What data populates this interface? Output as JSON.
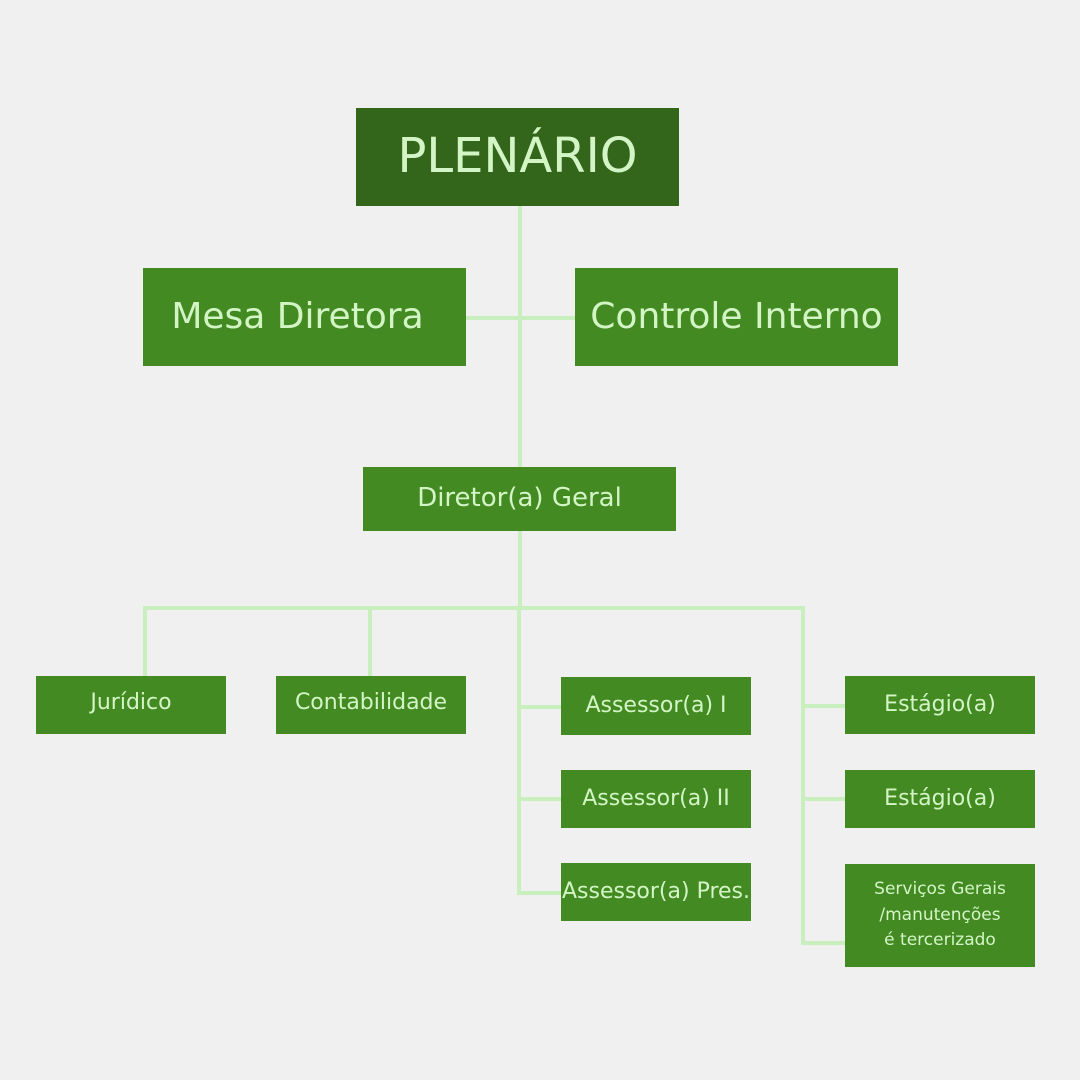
{
  "colors": {
    "background": "#f0f0f0",
    "node_top": "#33661b",
    "node": "#448a22",
    "node_text": "#d3f5c6",
    "connector": "#c9efbf"
  },
  "nodes": {
    "plenario": "PLENÁRIO",
    "mesa_diretora": "Mesa Diretora",
    "controle_interno": "Controle Interno",
    "diretor_geral": "Diretor(a) Geral",
    "juridico": "Jurídico",
    "contabilidade": "Contabilidade",
    "assessor_1": "Assessor(a) I",
    "assessor_2": "Assessor(a) II",
    "assessor_pres": "Assessor(a) Pres.",
    "estagio_1": "Estágio(a)",
    "estagio_2": "Estágio(a)",
    "servicos_gerais": "Serviços Gerais\n/manutenções\né tercerizado"
  }
}
